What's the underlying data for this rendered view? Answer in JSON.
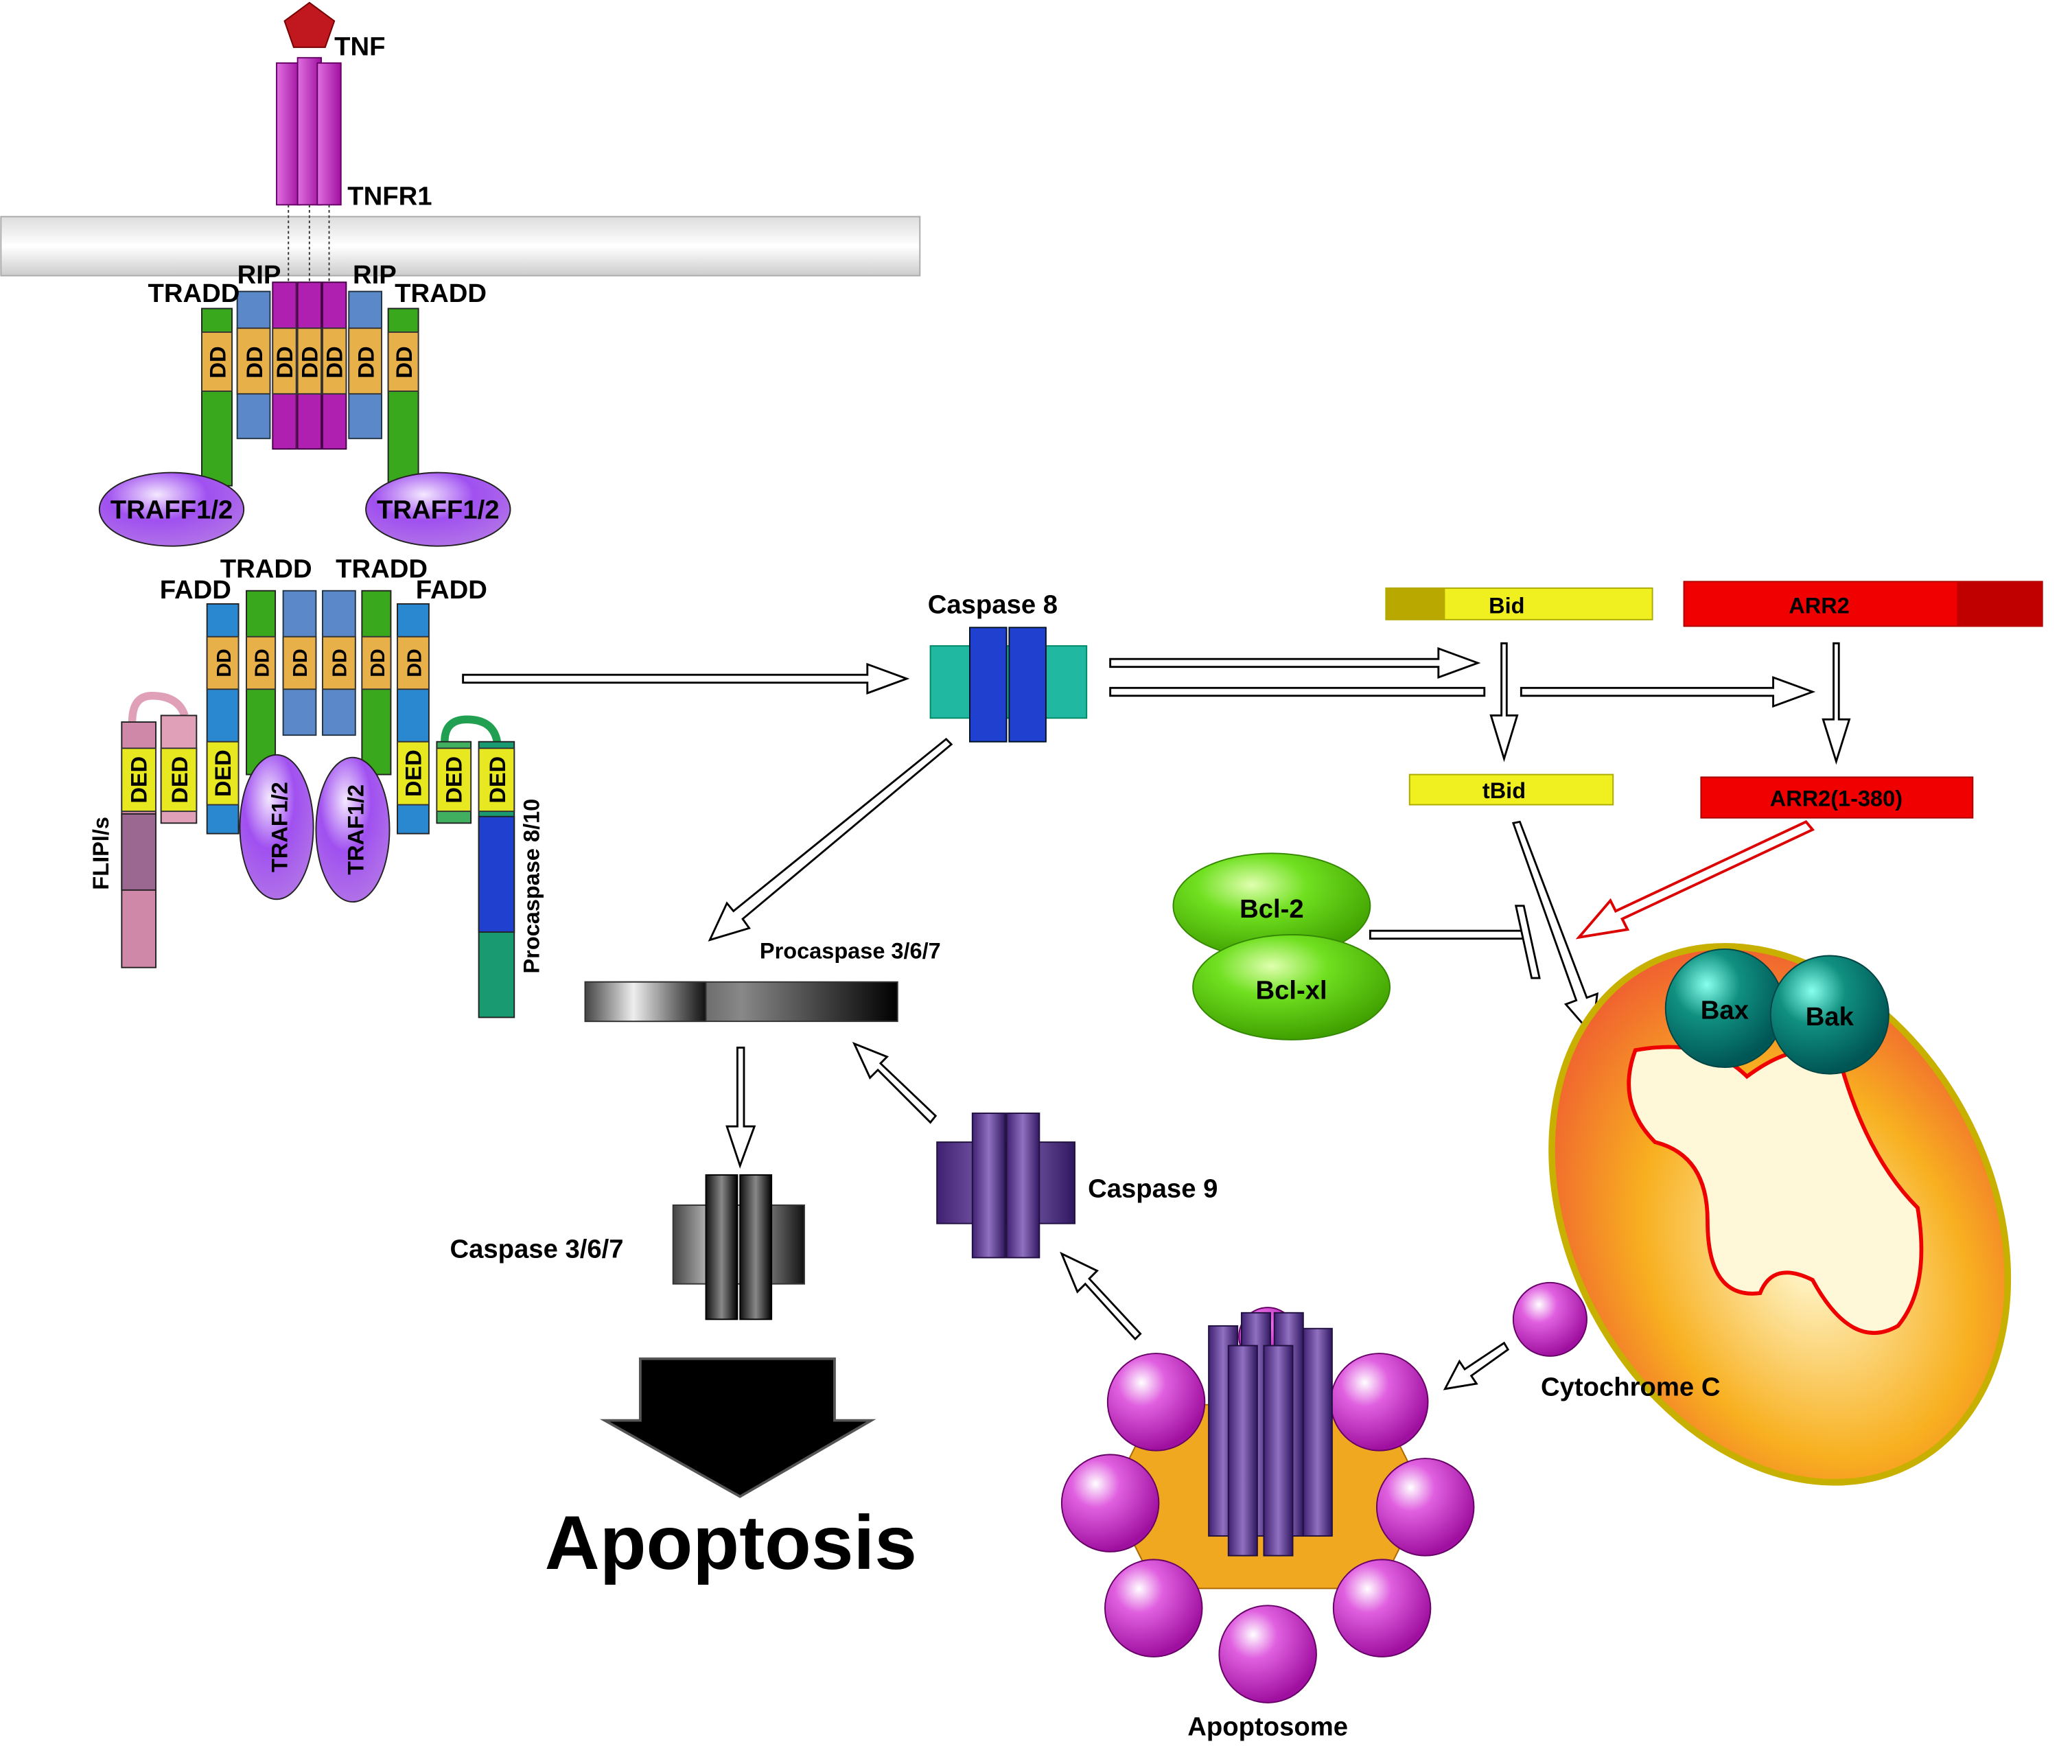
{
  "labels": {
    "tnf": "TNF",
    "tnfr1": "TNFR1",
    "tradd": "TRADD",
    "rip": "RIP",
    "dd": "DD",
    "traff": "TRAFF1/2",
    "fadd": "FADD",
    "ded": "DED",
    "traf": "TRAF1/2",
    "flip": "FLIPl/s",
    "procaspase810": "Procaspase 8/10",
    "caspase8": "Caspase 8",
    "bid": "Bid",
    "tbid": "tBid",
    "arr2": "ARR2",
    "arr2_frag": "ARR2(1-380)",
    "bcl2": "Bcl-2",
    "bclxl": "Bcl-xl",
    "bax": "Bax",
    "bak": "Bak",
    "cytochrome_c": "Cytochrome C",
    "apoptosome": "Apoptosome",
    "caspase9": "Caspase 9",
    "procaspase367": "Procaspase 3/6/7",
    "caspase367": "Caspase 3/6/7",
    "apoptosis": "Apoptosis"
  },
  "colors": {
    "tnf": "#c0181e",
    "receptor": "#c02cc0",
    "tradd": "#3aa81c",
    "dd": "#e8b048",
    "rip": "#4a78c0",
    "fadd": "#2a88d0",
    "ded": "#e8e820",
    "traf": "#a860e8",
    "flip": "#d088a8",
    "caspase8": "#2040d0",
    "caspase8_side": "#20b8a0",
    "bid": "#f0f020",
    "arr2": "#e80000",
    "bcl": "#60d010",
    "bax": "#108878",
    "mito_outer": "#f08030",
    "cytochrome": "#e040e0",
    "caspase9": "#503080"
  }
}
